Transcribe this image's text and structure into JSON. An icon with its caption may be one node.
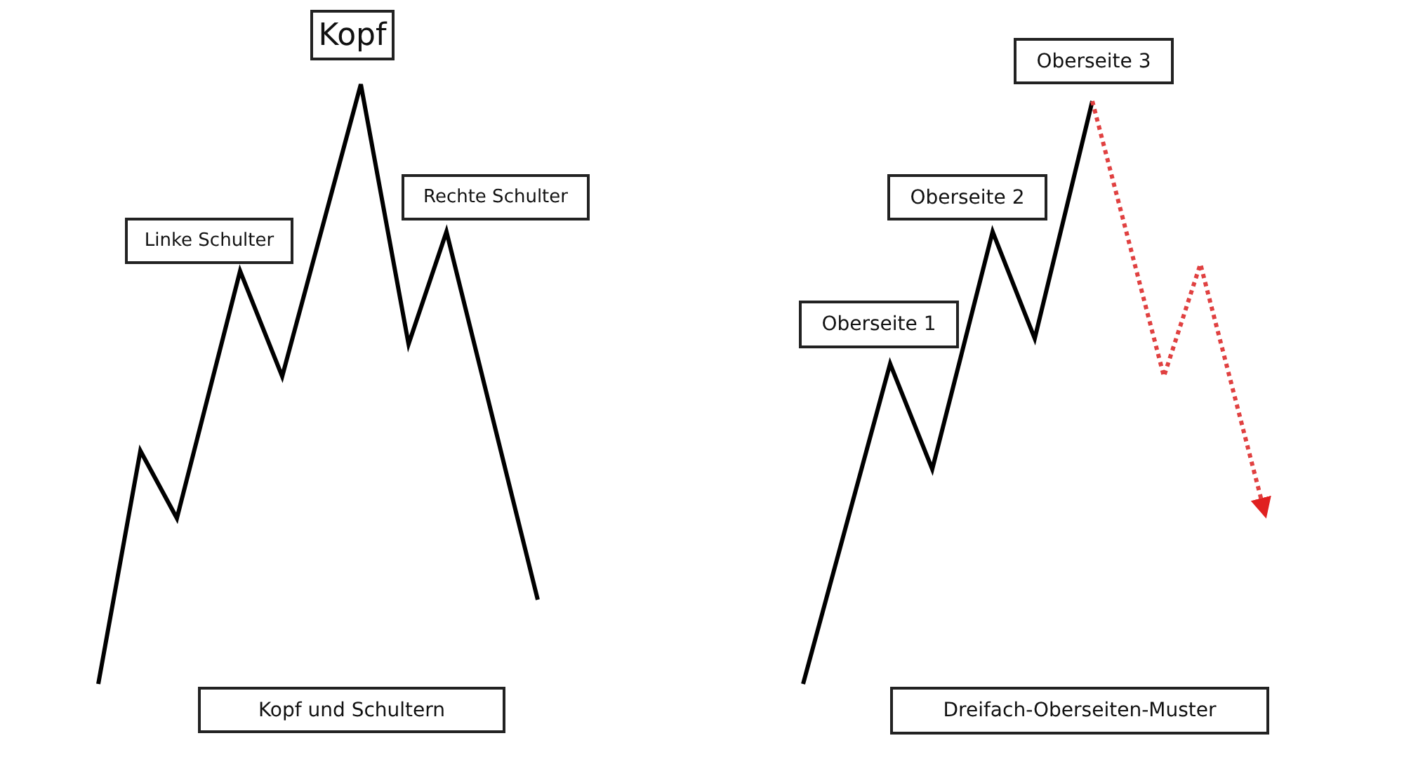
{
  "diagram": {
    "nodes": [
      {
        "text": [
          "Kopf"
        ]
      },
      {
        "text": [
          "Linke Schulter"
        ]
      },
      {
        "text": [
          "Rechte Schulter"
        ]
      },
      {
        "text": [
          "Kopf und Schultern"
        ]
      },
      {
        "text": [
          "Oberseite 3"
        ]
      },
      {
        "text": [
          "Oberseite 2"
        ]
      },
      {
        "text": [
          "Oberseite 1"
        ]
      },
      {
        "text": [
          "Dreifach-Oberseiten-Muster"
        ]
      }
    ]
  }
}
